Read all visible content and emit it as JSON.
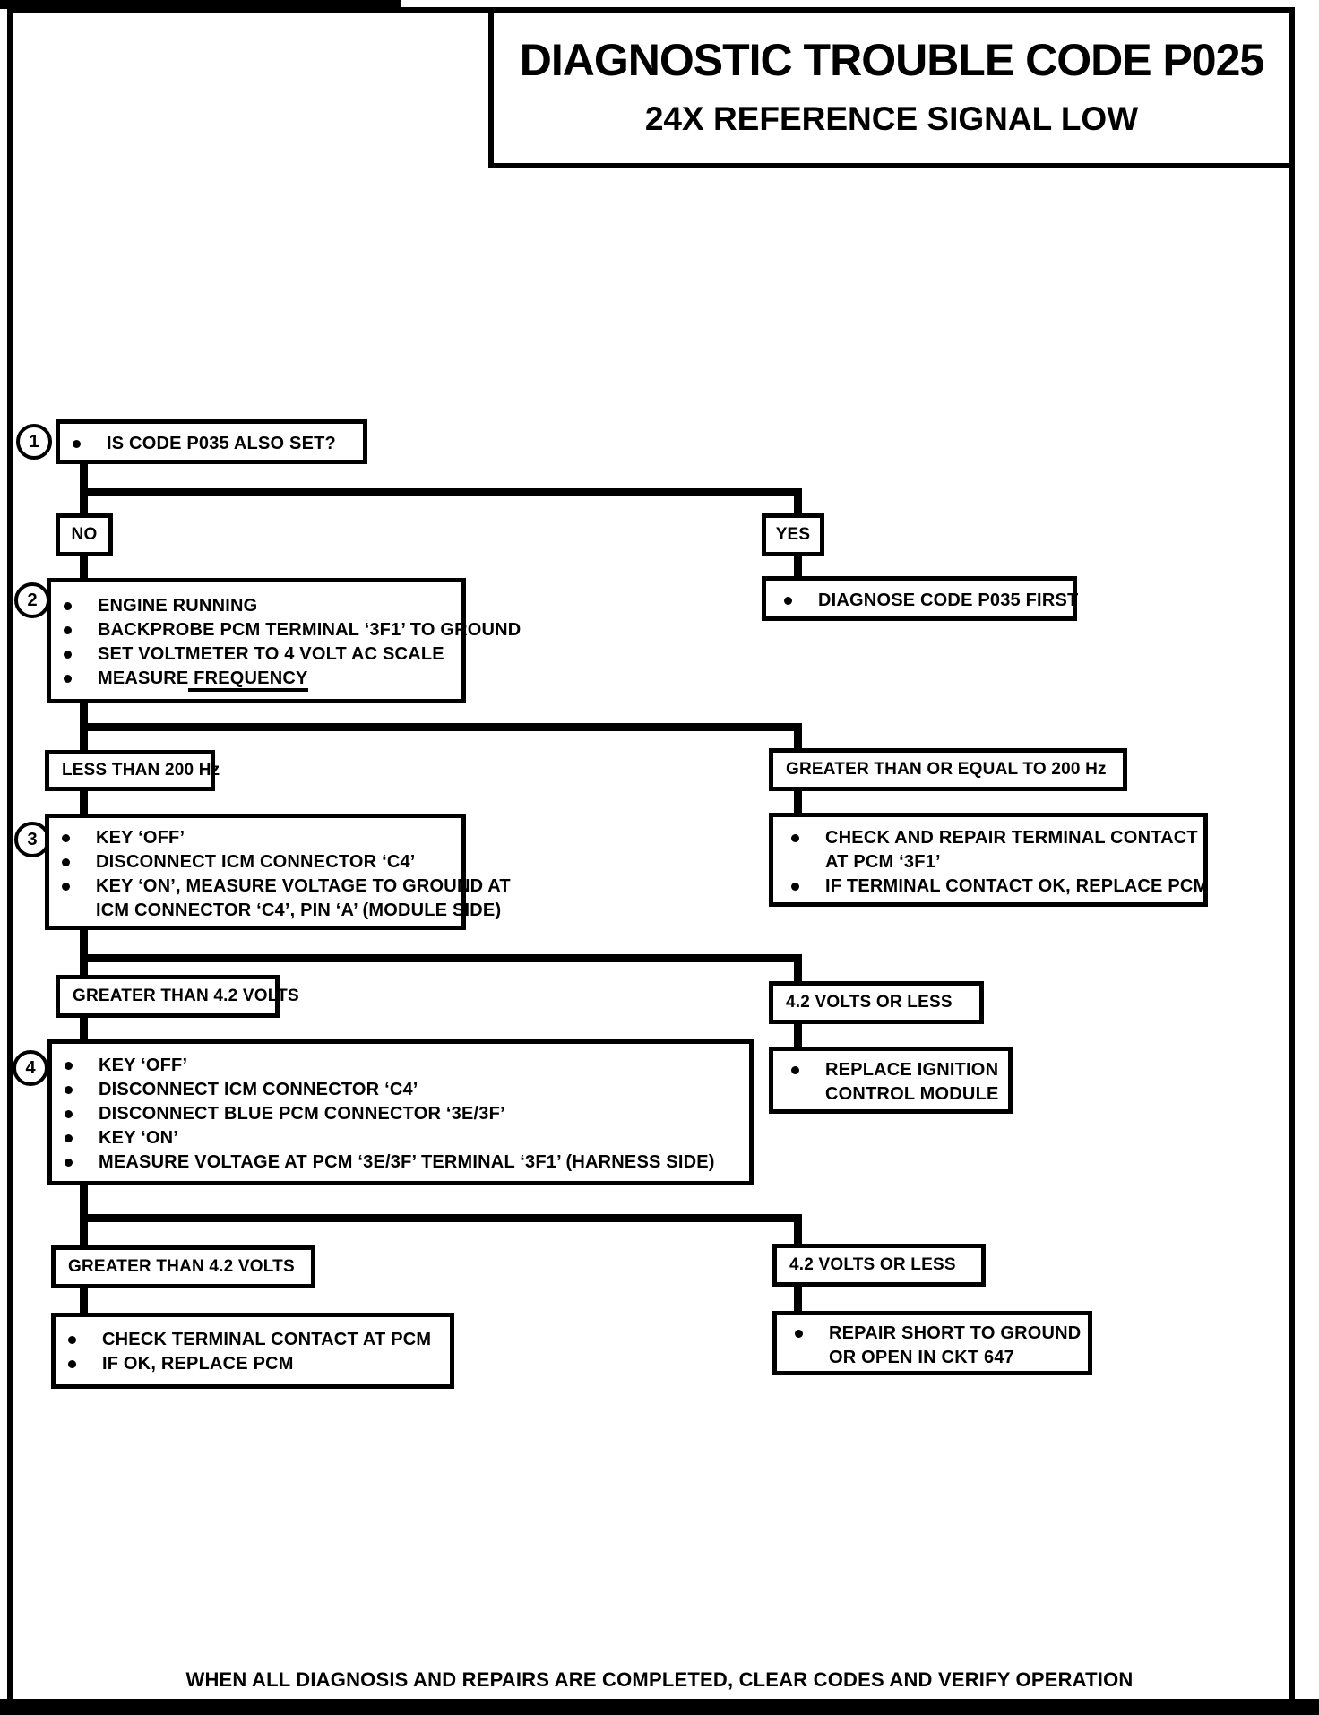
{
  "title": {
    "line1": "DIAGNOSTIC TROUBLE CODE P025",
    "line2": "24X REFERENCE SIGNAL LOW"
  },
  "flow": {
    "step1": {
      "num": "1",
      "items": [
        {
          "lines": [
            "IS CODE P035 ALSO SET?"
          ]
        }
      ]
    },
    "no_label": "NO",
    "yes_label": "YES",
    "diagnose": {
      "items": [
        {
          "lines": [
            "DIAGNOSE CODE P035 FIRST"
          ]
        }
      ]
    },
    "step2": {
      "num": "2",
      "items": [
        {
          "lines": [
            "ENGINE RUNNING"
          ]
        },
        {
          "lines": [
            "BACKPROBE PCM TERMINAL ‘3F1’ TO GROUND"
          ]
        },
        {
          "lines": [
            "SET VOLTMETER TO 4 VOLT AC SCALE"
          ]
        },
        {
          "segments": [
            {
              "t": "MEASURE"
            },
            {
              "t": " FREQUENCY",
              "underline": true
            }
          ]
        }
      ]
    },
    "less200": "LESS THAN 200 Hz",
    "ge200": "GREATER THAN OR EQUAL TO 200 Hz",
    "step3": {
      "num": "3",
      "items": [
        {
          "lines": [
            "KEY ‘OFF’"
          ]
        },
        {
          "lines": [
            "DISCONNECT ICM CONNECTOR ‘C4’"
          ]
        },
        {
          "lines": [
            "KEY ‘ON’, MEASURE VOLTAGE TO GROUND AT",
            "ICM CONNECTOR ‘C4’, PIN ‘A’ (MODULE SIDE)"
          ]
        }
      ]
    },
    "check_repair": {
      "items": [
        {
          "lines": [
            "CHECK AND REPAIR TERMINAL CONTACT",
            "AT PCM ‘3F1’"
          ]
        },
        {
          "lines": [
            "IF TERMINAL CONTACT OK, REPLACE PCM"
          ]
        }
      ]
    },
    "gt42a": "GREATER THAN 4.2 VOLTS",
    "le42a": "4.2 VOLTS OR LESS",
    "step4": {
      "num": "4",
      "items": [
        {
          "lines": [
            "KEY ‘OFF’"
          ]
        },
        {
          "lines": [
            "DISCONNECT ICM CONNECTOR ‘C4’"
          ]
        },
        {
          "lines": [
            "DISCONNECT BLUE PCM CONNECTOR ‘3E/3F’"
          ]
        },
        {
          "lines": [
            "KEY ‘ON’"
          ]
        },
        {
          "lines": [
            "MEASURE VOLTAGE AT PCM ‘3E/3F’ TERMINAL ‘3F1’ (HARNESS SIDE)"
          ]
        }
      ]
    },
    "replace_icm": {
      "items": [
        {
          "lines": [
            "REPLACE IGNITION",
            "CONTROL MODULE"
          ]
        }
      ]
    },
    "gt42b": "GREATER THAN 4.2 VOLTS",
    "le42b": "4.2 VOLTS OR LESS",
    "check_pcm": {
      "items": [
        {
          "lines": [
            "CHECK TERMINAL CONTACT AT PCM"
          ]
        },
        {
          "lines": [
            "IF OK, REPLACE PCM"
          ]
        }
      ]
    },
    "repair_short": {
      "items": [
        {
          "lines": [
            "REPAIR SHORT TO GROUND",
            "OR OPEN IN CKT 647"
          ]
        }
      ]
    }
  },
  "footer": "WHEN ALL DIAGNOSIS AND REPAIRS ARE COMPLETED, CLEAR CODES AND VERIFY OPERATION",
  "colors": {
    "ink": "#000000",
    "paper": "#ffffff"
  }
}
